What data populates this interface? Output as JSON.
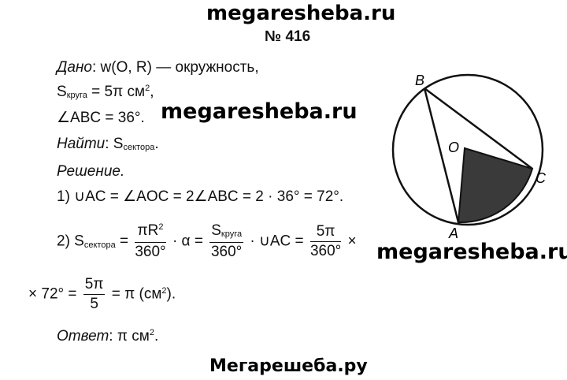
{
  "watermark_top": "megaresheba.ru",
  "problem_number": "№ 416",
  "given": {
    "label": "Дано",
    "circle_text": ": w(O, R) — окружность,",
    "area_line": {
      "s": "S",
      "sub": "круга",
      "rest": " = 5π см",
      "sup": "2",
      "end": ","
    },
    "angle_line": "∠ABC = 36°."
  },
  "watermark_mid": "megaresheba.ru",
  "find": {
    "label": "Найти",
    "sep": ": S",
    "sub": "сектора",
    "end": "."
  },
  "solution_label": "Решение.",
  "step1": "1) ∪AC = ∠AOC = 2∠ABC = 2 · 36° = 72°.",
  "step2": {
    "prefix": "2)  S",
    "sub": "сектора",
    "eq1": "=",
    "frac1_num": "πR",
    "frac1_num_sup": "2",
    "frac1_den": "360°",
    "mid1": "· α =",
    "frac2_num_s": "S",
    "frac2_num_sub": "круга",
    "frac2_den": "360°",
    "mid2": "· ∪AC =",
    "frac3_num": "5π",
    "frac3_den": "360°",
    "times": "×"
  },
  "step2_cont": {
    "prefix": "× 72° =",
    "frac_num": "5π",
    "frac_den": "5",
    "rest": "= π (см",
    "sup": "2",
    "end": ")."
  },
  "answer": {
    "label": "Ответ",
    "text": ": π см",
    "sup": "2",
    "end": "."
  },
  "watermark_right": "megaresheba.ru",
  "watermark_bottom": "Мегарешеба.ру",
  "figure": {
    "labels": {
      "B": "B",
      "O": "O",
      "C": "C",
      "A": "A"
    },
    "colors": {
      "stroke": "#111111",
      "sector_fill": "#3a3a3a"
    }
  }
}
